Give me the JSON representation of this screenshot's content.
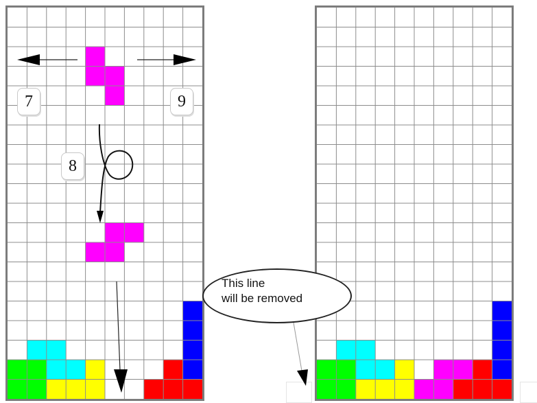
{
  "colors": {
    "grid": "#8c8c8c",
    "frame": "#7c7c7c",
    "magenta": "#ff00ff",
    "cyan": "#00ffff",
    "green": "#00ff00",
    "yellow": "#ffff00",
    "red": "#ff0000",
    "blue": "#0000ff"
  },
  "boards": [
    {
      "id": "before",
      "columns": 10,
      "rows": 20,
      "filled_cells": [
        {
          "col": 4,
          "row": 2,
          "color": "magenta"
        },
        {
          "col": 4,
          "row": 3,
          "color": "magenta"
        },
        {
          "col": 5,
          "row": 3,
          "color": "magenta"
        },
        {
          "col": 5,
          "row": 4,
          "color": "magenta"
        },
        {
          "col": 5,
          "row": 11,
          "color": "magenta"
        },
        {
          "col": 6,
          "row": 11,
          "color": "magenta"
        },
        {
          "col": 4,
          "row": 12,
          "color": "magenta"
        },
        {
          "col": 5,
          "row": 12,
          "color": "magenta"
        },
        {
          "col": 9,
          "row": 15,
          "color": "blue"
        },
        {
          "col": 9,
          "row": 16,
          "color": "blue"
        },
        {
          "col": 9,
          "row": 17,
          "color": "blue"
        },
        {
          "col": 9,
          "row": 18,
          "color": "blue"
        },
        {
          "col": 1,
          "row": 17,
          "color": "cyan"
        },
        {
          "col": 2,
          "row": 17,
          "color": "cyan"
        },
        {
          "col": 2,
          "row": 18,
          "color": "cyan"
        },
        {
          "col": 3,
          "row": 18,
          "color": "cyan"
        },
        {
          "col": 0,
          "row": 18,
          "color": "green"
        },
        {
          "col": 1,
          "row": 18,
          "color": "green"
        },
        {
          "col": 0,
          "row": 19,
          "color": "green"
        },
        {
          "col": 1,
          "row": 19,
          "color": "green"
        },
        {
          "col": 4,
          "row": 18,
          "color": "yellow"
        },
        {
          "col": 2,
          "row": 19,
          "color": "yellow"
        },
        {
          "col": 3,
          "row": 19,
          "color": "yellow"
        },
        {
          "col": 4,
          "row": 19,
          "color": "yellow"
        },
        {
          "col": 8,
          "row": 18,
          "color": "red"
        },
        {
          "col": 7,
          "row": 19,
          "color": "red"
        },
        {
          "col": 8,
          "row": 19,
          "color": "red"
        },
        {
          "col": 9,
          "row": 19,
          "color": "red"
        }
      ]
    },
    {
      "id": "after",
      "columns": 10,
      "rows": 20,
      "filled_cells": [
        {
          "col": 9,
          "row": 15,
          "color": "blue"
        },
        {
          "col": 9,
          "row": 16,
          "color": "blue"
        },
        {
          "col": 9,
          "row": 17,
          "color": "blue"
        },
        {
          "col": 9,
          "row": 18,
          "color": "blue"
        },
        {
          "col": 1,
          "row": 17,
          "color": "cyan"
        },
        {
          "col": 2,
          "row": 17,
          "color": "cyan"
        },
        {
          "col": 2,
          "row": 18,
          "color": "cyan"
        },
        {
          "col": 3,
          "row": 18,
          "color": "cyan"
        },
        {
          "col": 0,
          "row": 18,
          "color": "green"
        },
        {
          "col": 1,
          "row": 18,
          "color": "green"
        },
        {
          "col": 0,
          "row": 19,
          "color": "green"
        },
        {
          "col": 1,
          "row": 19,
          "color": "green"
        },
        {
          "col": 4,
          "row": 18,
          "color": "yellow"
        },
        {
          "col": 2,
          "row": 19,
          "color": "yellow"
        },
        {
          "col": 3,
          "row": 19,
          "color": "yellow"
        },
        {
          "col": 4,
          "row": 19,
          "color": "yellow"
        },
        {
          "col": 6,
          "row": 18,
          "color": "magenta"
        },
        {
          "col": 7,
          "row": 18,
          "color": "magenta"
        },
        {
          "col": 5,
          "row": 19,
          "color": "magenta"
        },
        {
          "col": 6,
          "row": 19,
          "color": "magenta"
        },
        {
          "col": 8,
          "row": 18,
          "color": "red"
        },
        {
          "col": 7,
          "row": 19,
          "color": "red"
        },
        {
          "col": 8,
          "row": 19,
          "color": "red"
        },
        {
          "col": 9,
          "row": 19,
          "color": "red"
        }
      ]
    }
  ],
  "keys": {
    "left": "7",
    "rotate": "8",
    "right": "9"
  },
  "callout": {
    "line1": "This line",
    "line2": "will be removed"
  }
}
